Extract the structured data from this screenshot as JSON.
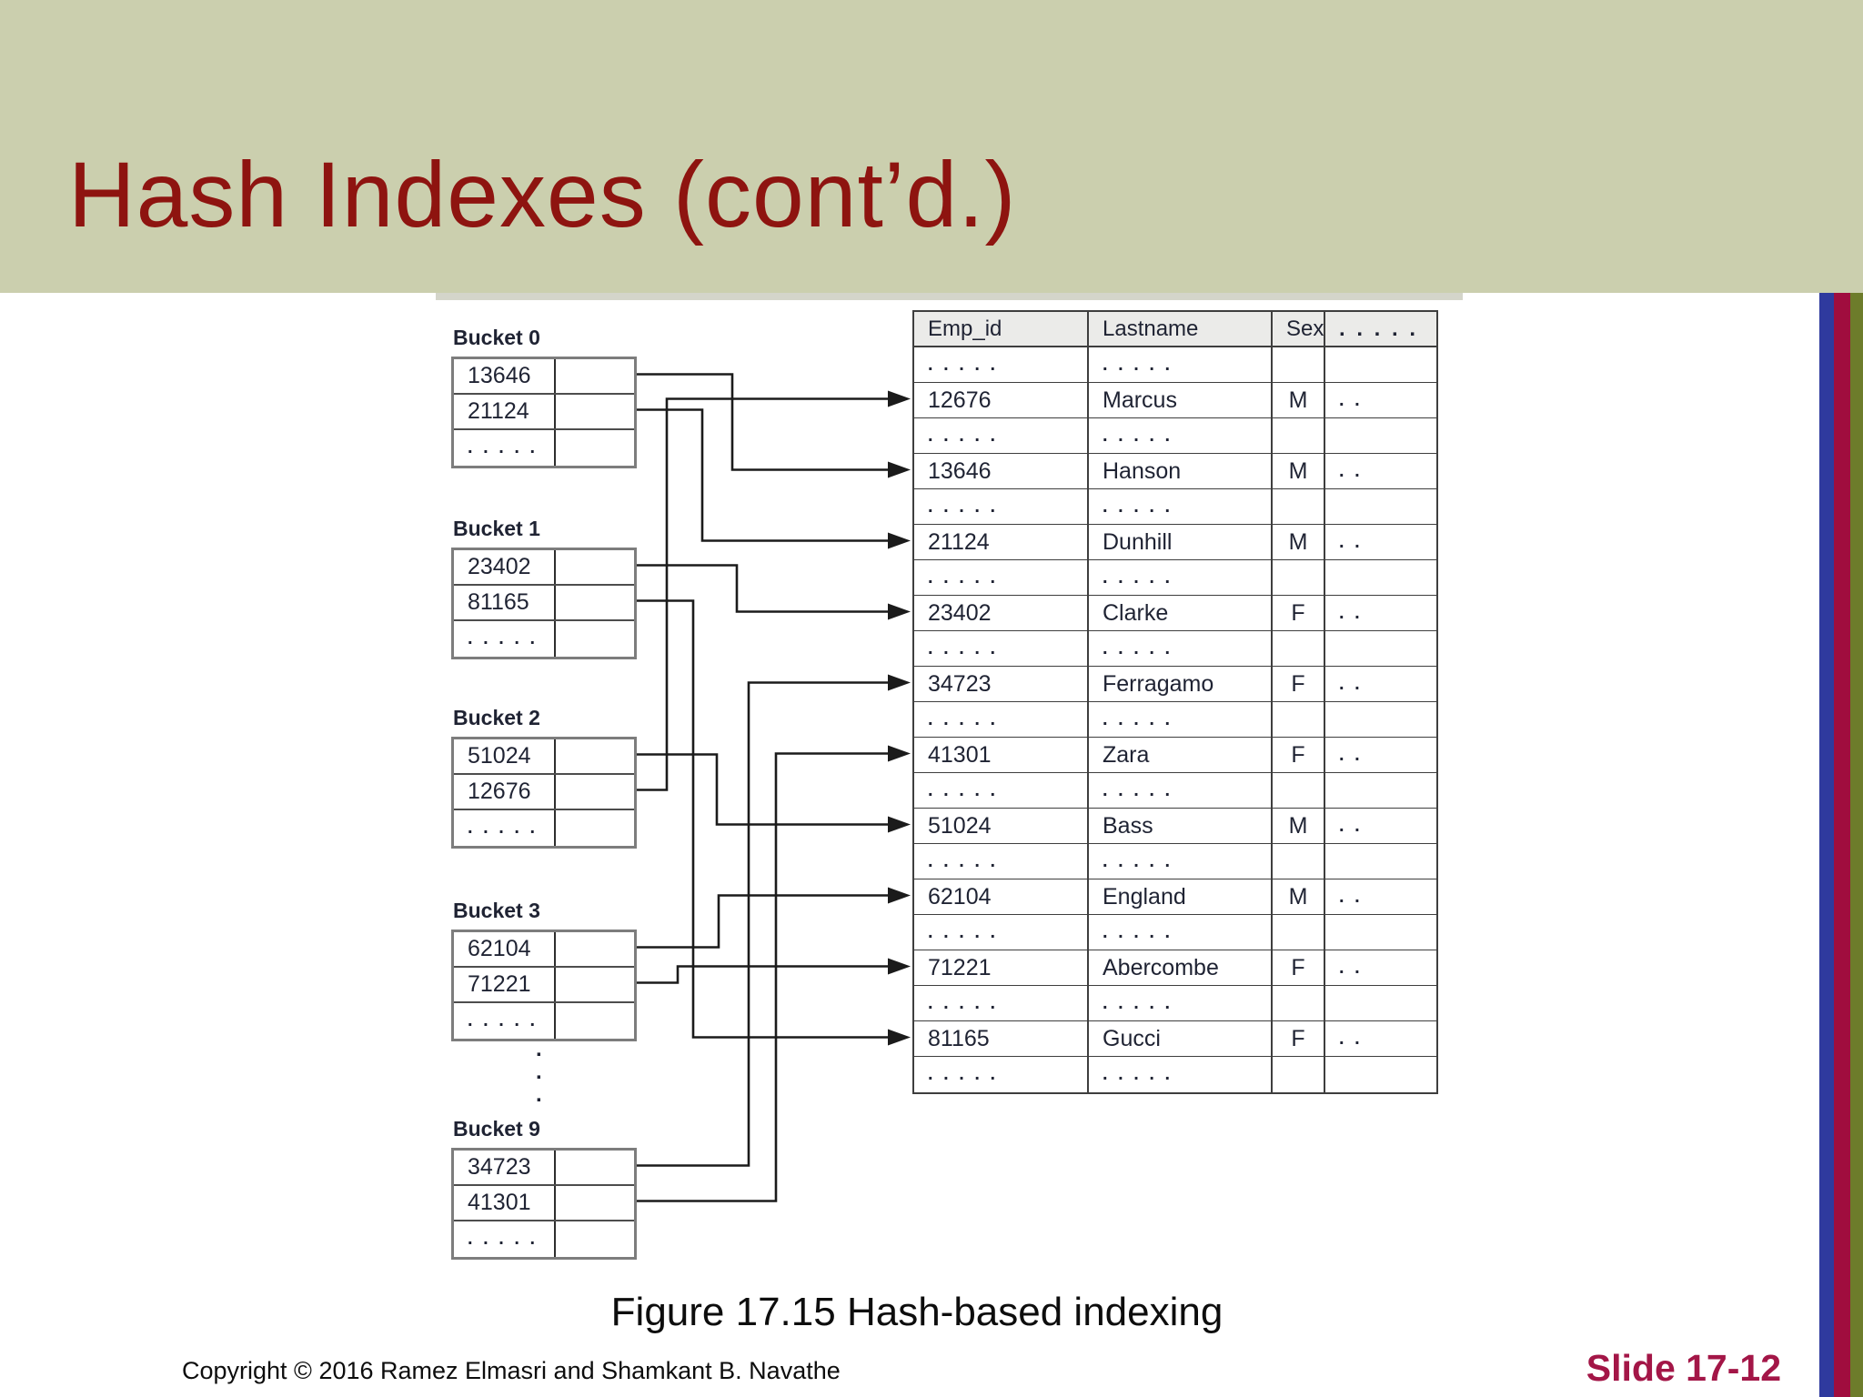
{
  "slide": {
    "title": "Hash Indexes (cont’d.)",
    "caption": "Figure 17.15 Hash-based indexing",
    "copyright": "Copyright © 2016 Ramez Elmasri and Shamkant B. Navathe",
    "slide_number": "Slide 17-12"
  },
  "colors": {
    "header_band": "#cbcfae",
    "title_text": "#8e1410",
    "slide_number_text": "#a31647",
    "stripe_blue": "#2f3a9e",
    "stripe_crimson": "#a00d3e",
    "stripe_olive": "#6d7c2b",
    "figure_text": "#1f2333",
    "line_color": "#1b1b1b"
  },
  "figure": {
    "buckets": [
      {
        "label": "Bucket 0",
        "entries": [
          "13646",
          "21124"
        ],
        "more": ". . . . ."
      },
      {
        "label": "Bucket 1",
        "entries": [
          "23402",
          "81165"
        ],
        "more": ". . . . ."
      },
      {
        "label": "Bucket 2",
        "entries": [
          "51024",
          "12676"
        ],
        "more": ". . . . ."
      },
      {
        "label": "Bucket 3",
        "entries": [
          "62104",
          "71221"
        ],
        "more": ". . . . ."
      },
      {
        "label": "Bucket 9",
        "entries": [
          "34723",
          "41301"
        ],
        "more": ". . . . ."
      }
    ],
    "gap_ellipsis": ".\n.\n.",
    "table": {
      "headers": [
        "Emp_id",
        "Lastname",
        "Sex",
        ". . . . ."
      ],
      "rows": [
        {
          "emp_id": ". . . . .",
          "lastname": ". . . . .",
          "sex": "",
          "more": ""
        },
        {
          "emp_id": "12676",
          "lastname": "Marcus",
          "sex": "M",
          "more": ". ."
        },
        {
          "emp_id": ". . . . .",
          "lastname": ". . . . .",
          "sex": "",
          "more": ""
        },
        {
          "emp_id": "13646",
          "lastname": "Hanson",
          "sex": "M",
          "more": ". ."
        },
        {
          "emp_id": ". . . . .",
          "lastname": ". . . . .",
          "sex": "",
          "more": ""
        },
        {
          "emp_id": "21124",
          "lastname": "Dunhill",
          "sex": "M",
          "more": ". ."
        },
        {
          "emp_id": ". . . . .",
          "lastname": ". . . . .",
          "sex": "",
          "more": ""
        },
        {
          "emp_id": "23402",
          "lastname": "Clarke",
          "sex": "F",
          "more": ". ."
        },
        {
          "emp_id": ". . . . .",
          "lastname": ". . . . .",
          "sex": "",
          "more": ""
        },
        {
          "emp_id": "34723",
          "lastname": "Ferragamo",
          "sex": "F",
          "more": ". ."
        },
        {
          "emp_id": ". . . . .",
          "lastname": ". . . . .",
          "sex": "",
          "more": ""
        },
        {
          "emp_id": "41301",
          "lastname": "Zara",
          "sex": "F",
          "more": ". ."
        },
        {
          "emp_id": ". . . . .",
          "lastname": ". . . . .",
          "sex": "",
          "more": ""
        },
        {
          "emp_id": "51024",
          "lastname": "Bass",
          "sex": "M",
          "more": ". ."
        },
        {
          "emp_id": ". . . . .",
          "lastname": ". . . . .",
          "sex": "",
          "more": ""
        },
        {
          "emp_id": "62104",
          "lastname": "England",
          "sex": "M",
          "more": ". ."
        },
        {
          "emp_id": ". . . . .",
          "lastname": ". . . . .",
          "sex": "",
          "more": ""
        },
        {
          "emp_id": "71221",
          "lastname": "Abercombe",
          "sex": "F",
          "more": ". ."
        },
        {
          "emp_id": ". . . . .",
          "lastname": ". . . . .",
          "sex": "",
          "more": ""
        },
        {
          "emp_id": "81165",
          "lastname": "Gucci",
          "sex": "F",
          "more": ". ."
        },
        {
          "emp_id": ". . . . .",
          "lastname": ". . . . .",
          "sex": "",
          "more": ""
        }
      ]
    },
    "connections": [
      {
        "bucket": 0,
        "slot": 0,
        "row": 3
      },
      {
        "bucket": 0,
        "slot": 1,
        "row": 5
      },
      {
        "bucket": 1,
        "slot": 0,
        "row": 7
      },
      {
        "bucket": 1,
        "slot": 1,
        "row": 19
      },
      {
        "bucket": 2,
        "slot": 0,
        "row": 13
      },
      {
        "bucket": 2,
        "slot": 1,
        "row": 1
      },
      {
        "bucket": 3,
        "slot": 0,
        "row": 15
      },
      {
        "bucket": 3,
        "slot": 1,
        "row": 17
      },
      {
        "bucket": 4,
        "slot": 0,
        "row": 9
      },
      {
        "bucket": 4,
        "slot": 1,
        "row": 11
      }
    ]
  }
}
